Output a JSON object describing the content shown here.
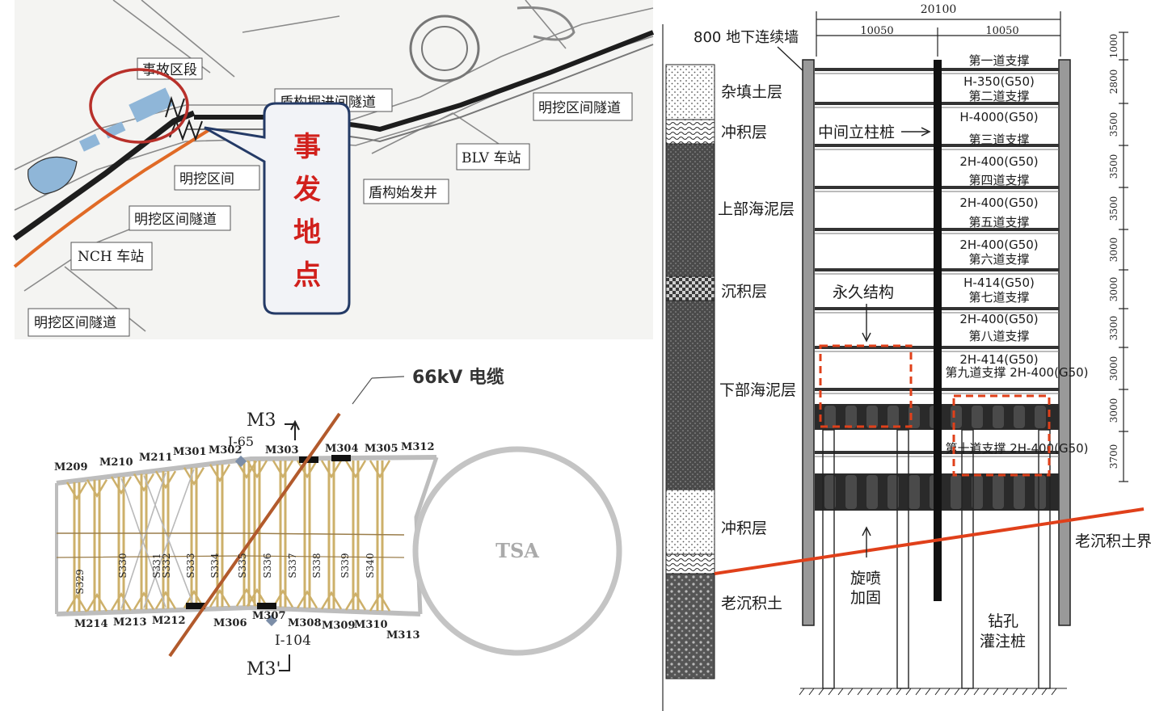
{
  "map": {
    "labels": {
      "accident_section": "事故区段",
      "shield_tunnel": "盾构掘进间隧道",
      "cut_tunnel_1": "明挖区间隧道",
      "cut_tunnel_2": "明挖区间",
      "cut_tunnel_3": "明挖区间隧道",
      "cut_tunnel_4": "明挖区间隧道",
      "blv": "BLV 车站",
      "shield_shaft": "盾构始发井",
      "nch": "NCH 车站"
    },
    "callout_chars": [
      "事",
      "发",
      "地",
      "点"
    ],
    "colors": {
      "callout_text": "#d1201c",
      "circle": "#b8302a",
      "callout_border": "#243a66",
      "tunnel": "#1d1d1d",
      "orange": "#e06a26",
      "water": "#8fb6d8"
    }
  },
  "plan": {
    "cable_label": "66kV 电缆",
    "section_mark_top": "M3",
    "section_mark_bottom": "M3'",
    "pile_top": "I-65",
    "pile_bottom": "I-104",
    "shaft_label": "TSA",
    "top_labels": [
      "M209",
      "M210",
      "M211",
      "M301",
      "M302",
      "M303",
      "M304",
      "M305",
      "M312"
    ],
    "bottom_labels": [
      "M214",
      "M213",
      "M212",
      "M306",
      "M307",
      "M308",
      "M309",
      "M310",
      "M313"
    ],
    "strut_labels": [
      "S329",
      "S330",
      "S331",
      "S332",
      "S333",
      "S334",
      "S335",
      "S336",
      "S337",
      "S338",
      "S339",
      "S340"
    ],
    "colors": {
      "cable": "#b25a2c",
      "strut": "#cdb06a",
      "wall": "#bdbdbd"
    }
  },
  "section": {
    "total_width": "20100",
    "half_left": "10050",
    "half_right": "10050",
    "wall_label": "800 地下连续墙",
    "column_label": "中间立柱桩",
    "permanent_label": "永久结构",
    "grout_label_1": "旋喷",
    "grout_label_2": "加固",
    "pile_label_1": "钻孔",
    "pile_label_2": "灌注桩",
    "old_layer_boundary": "老沉积土界",
    "layers": [
      "杂填土层",
      "冲积层",
      "上部海泥层",
      "沉积层",
      "下部海泥层",
      "冲积层",
      "老沉积土"
    ],
    "struts": [
      {
        "lines": [
          "第一道支撑"
        ]
      },
      {
        "lines": [
          "H-350(G50)",
          "第二道支撑"
        ]
      },
      {
        "lines": [
          "H-4000(G50)",
          "第三道支撑"
        ]
      },
      {
        "lines": [
          "2H-400(G50)",
          "第四道支撑"
        ]
      },
      {
        "lines": [
          "2H-400(G50)",
          "第五道支撑"
        ]
      },
      {
        "lines": [
          "2H-400(G50)",
          "第六道支撑"
        ]
      },
      {
        "lines": [
          "H-414(G50)",
          "第七道支撑"
        ]
      },
      {
        "lines": [
          "2H-400(G50)",
          "第八道支撑"
        ]
      },
      {
        "lines": [
          "2H-414(G50)",
          "第九道支撑 2H-400(G50)"
        ]
      },
      {
        "lines": [
          "第十道支撑 2H-400(G50)"
        ]
      }
    ],
    "right_dims": [
      "1000",
      "2800",
      "3500",
      "3500",
      "3500",
      "3000",
      "3000",
      "3300",
      "3000",
      "3000",
      "3700"
    ],
    "colors": {
      "boundary": "#e0401a",
      "dash_box": "#e0401a"
    }
  }
}
